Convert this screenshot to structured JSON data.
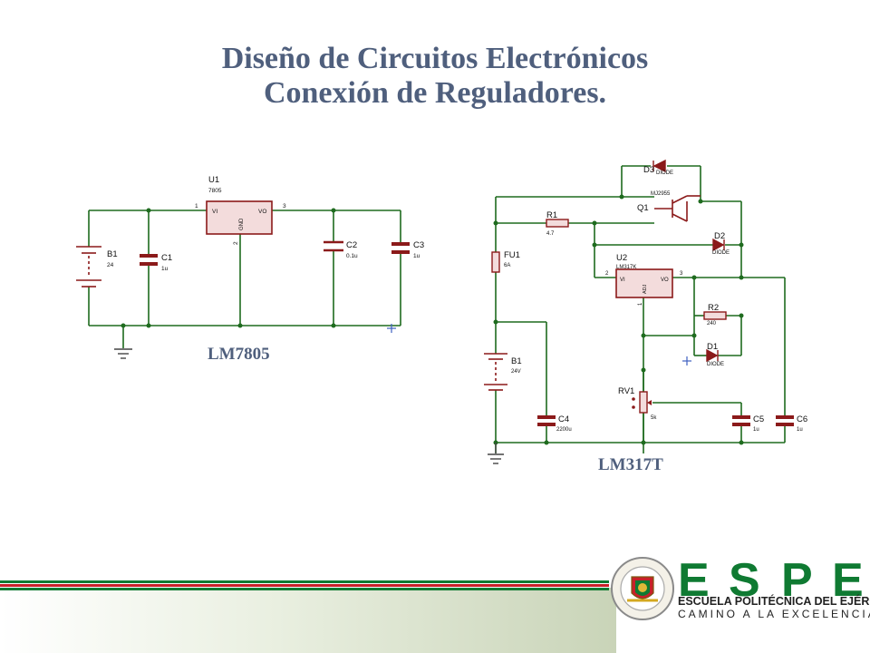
{
  "slide": {
    "title_line1": "Diseño de Circuitos Electrónicos",
    "title_line2": "Conexión de Reguladores."
  },
  "circuit_lm7805": {
    "caption": "LM7805",
    "u1": {
      "ref": "U1",
      "part": "7805",
      "pin_vi": "VI",
      "pin_vo": "VO",
      "pin_gnd": "GND",
      "pin1": "1",
      "pin2": "2",
      "pin3": "3"
    },
    "b1": {
      "ref": "B1",
      "value": "24"
    },
    "c1": {
      "ref": "C1",
      "value": "1u"
    },
    "c2": {
      "ref": "C2",
      "value": "0.1u"
    },
    "c3": {
      "ref": "C3",
      "value": "1u"
    }
  },
  "circuit_lm317t": {
    "caption": "LM317T",
    "d3": {
      "ref": "D3",
      "value": "DIODE"
    },
    "q1": {
      "ref": "Q1",
      "part": "MJ2955"
    },
    "r1": {
      "ref": "R1",
      "value": "4.7"
    },
    "d2": {
      "ref": "D2",
      "value": "DIODE"
    },
    "fu1": {
      "ref": "FU1",
      "value": "6A"
    },
    "u2": {
      "ref": "U2",
      "part": "LM317K",
      "pin_vi": "VI",
      "pin_vo": "VO",
      "pin_adj": "ADJ",
      "pin2": "2",
      "pin3": "3",
      "pin1": "1"
    },
    "r2": {
      "ref": "R2",
      "value": "240"
    },
    "d1": {
      "ref": "D1",
      "value": "DIODE"
    },
    "b1": {
      "ref": "B1",
      "value": "24V"
    },
    "rv1": {
      "ref": "RV1",
      "value": "5k"
    },
    "c4": {
      "ref": "C4",
      "value": "2200u"
    },
    "c5": {
      "ref": "C5",
      "value": "1u"
    },
    "c6": {
      "ref": "C6",
      "value": "1u"
    }
  },
  "footer": {
    "letters": [
      "E",
      "S",
      "P",
      "E"
    ],
    "line1": "ESCUELA POLITÉCNICA DEL EJÉRCITO",
    "line2": "CAMINO A LA EXCELENCIA",
    "colors": {
      "green": "#0f7a32",
      "red": "#c8202a",
      "title": "#4f5f7d"
    }
  }
}
